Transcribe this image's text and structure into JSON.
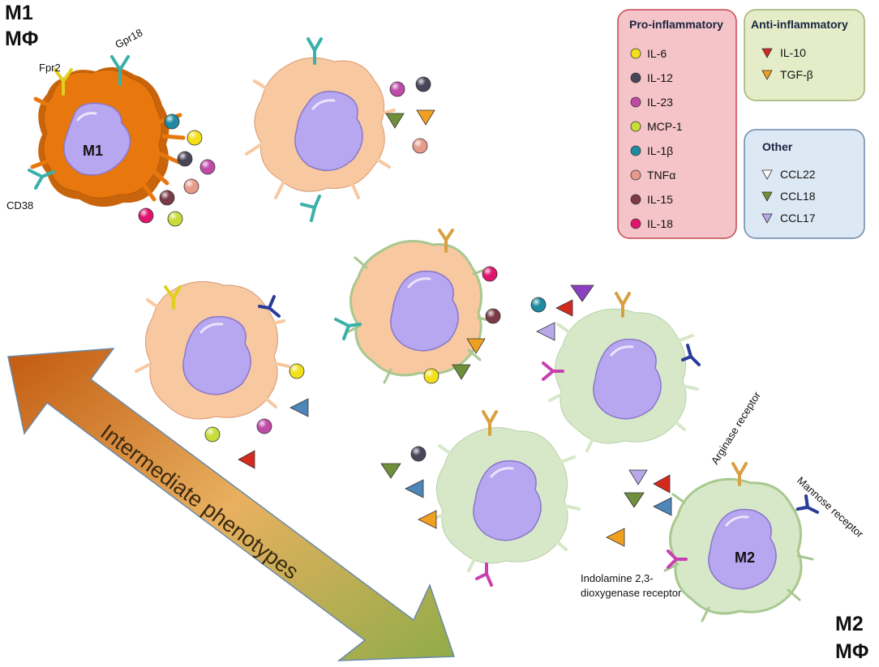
{
  "labels": {
    "m1_line1": "M1",
    "m1_line2": "MΦ",
    "m2_line1": "M2",
    "m2_line2": "MΦ",
    "m1_cell": "M1",
    "m2_cell": "M2",
    "arrow": "Intermediate phenotypes"
  },
  "receptors": {
    "fpr2": "Fpr2",
    "gpr18": "Gpr18",
    "cd38": "CD38",
    "arginase": "Arginase receptor",
    "mannose": "Mannose receptor",
    "ido_line1": "Indolamine 2,3-",
    "ido_line2": "dioxygenase receptor"
  },
  "legend": {
    "pro": {
      "title": "Pro-inflammatory",
      "items": [
        {
          "label": "IL-6",
          "color": "#f2e018"
        },
        {
          "label": "IL-12",
          "color": "#4a4558"
        },
        {
          "label": "IL-23",
          "color": "#c04aa8"
        },
        {
          "label": "MCP-1",
          "color": "#c8dc3a"
        },
        {
          "label": "IL-1β",
          "color": "#1e8aa0"
        },
        {
          "label": "TNFα",
          "color": "#e89a8a"
        },
        {
          "label": "IL-15",
          "color": "#7a3a48"
        },
        {
          "label": "IL-18",
          "color": "#e0146e"
        }
      ]
    },
    "anti": {
      "title": "Anti-inflammatory",
      "items": [
        {
          "label": "IL-10",
          "color": "#d42a1e"
        },
        {
          "label": "TGF-β",
          "color": "#f0a020"
        }
      ]
    },
    "other": {
      "title": "Other",
      "items": [
        {
          "label": "CCL22",
          "color": "#ffffff"
        },
        {
          "label": "CCL18",
          "color": "#6f8f3a"
        },
        {
          "label": "CCL17",
          "color": "#b9a8e8"
        }
      ]
    }
  },
  "colors": {
    "m1_body": "#e8780e",
    "intermediate_body": "#f8c8a0",
    "m2_body": "#d6e8c8",
    "nucleus": "#b7a6f0",
    "arrow_start": "#c25a10",
    "arrow_end": "#98b050"
  }
}
